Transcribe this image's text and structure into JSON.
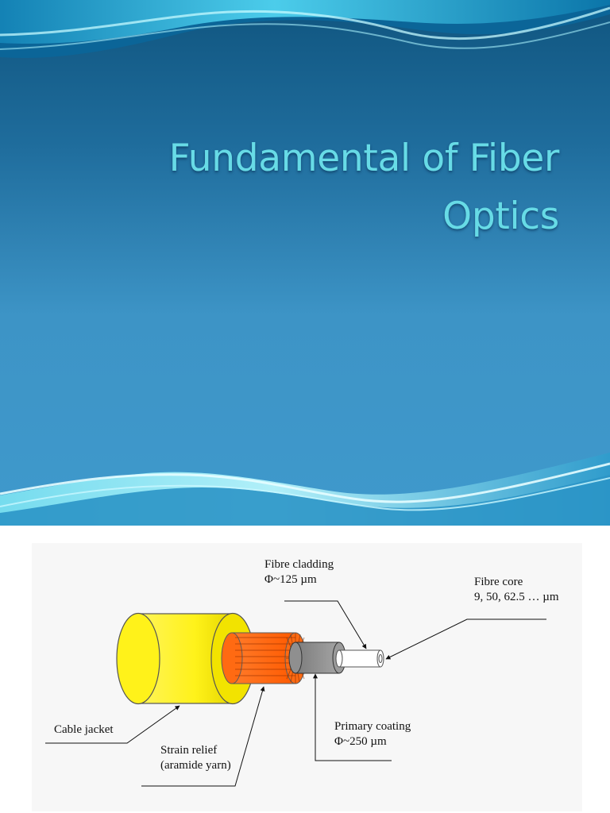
{
  "slide": {
    "title_line_1": "Fundamental of Fiber",
    "title_line_2": "Optics",
    "colors": {
      "title": "#67dbe6",
      "background_top": "#10557f",
      "background_bottom": "#3f99cc",
      "wave_light": "#8de8f5"
    }
  },
  "figure": {
    "labels": {
      "fibre_cladding": {
        "line_1": "Fibre cladding",
        "line_2": "Φ~125 µm"
      },
      "fibre_core": {
        "line_1": "Fibre core",
        "line_2": "9, 50, 62.5 … µm"
      },
      "cable_jacket": {
        "line_1": "Cable jacket"
      },
      "primary_coating": {
        "line_1": "Primary coating",
        "line_2": "Φ~250 µm"
      },
      "strain_relief": {
        "line_1": "Strain relief",
        "line_2": "(aramide yarn)"
      }
    },
    "colors": {
      "cable_jacket": "#fff21a",
      "strain_relief": "#ff6a12",
      "primary_coating": "#8f8f8f",
      "fibre_cladding": "#ffffff",
      "fibre_core": "#ffffff"
    }
  }
}
